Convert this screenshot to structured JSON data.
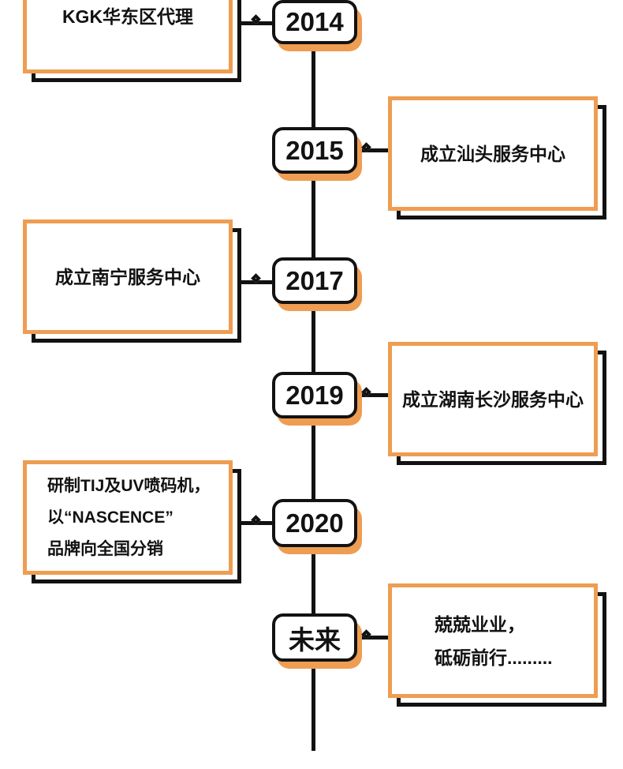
{
  "timeline": {
    "type": "vertical-milestone-timeline",
    "colors": {
      "accent_orange": "#EE9D52",
      "ink_black": "#121212",
      "background": "#FFFFFF"
    },
    "rows": [
      {
        "year": "2014",
        "side": "left",
        "lines": [
          "KGK华东区代理"
        ]
      },
      {
        "year": "2015",
        "side": "right",
        "lines": [
          "成立汕头服务中心"
        ]
      },
      {
        "year": "2017",
        "side": "left",
        "lines": [
          "成立南宁服务中心"
        ]
      },
      {
        "year": "2019",
        "side": "right",
        "lines": [
          "成立湖南长沙服务中心"
        ]
      },
      {
        "year": "2020",
        "side": "left",
        "lines": [
          "研制TIJ及UV喷码机，",
          "以“NASCENCE”",
          "品牌向全国分销"
        ]
      },
      {
        "year": "未来",
        "side": "right",
        "lines": [
          "兢兢业业，",
          "砥砺前行........."
        ]
      }
    ]
  }
}
